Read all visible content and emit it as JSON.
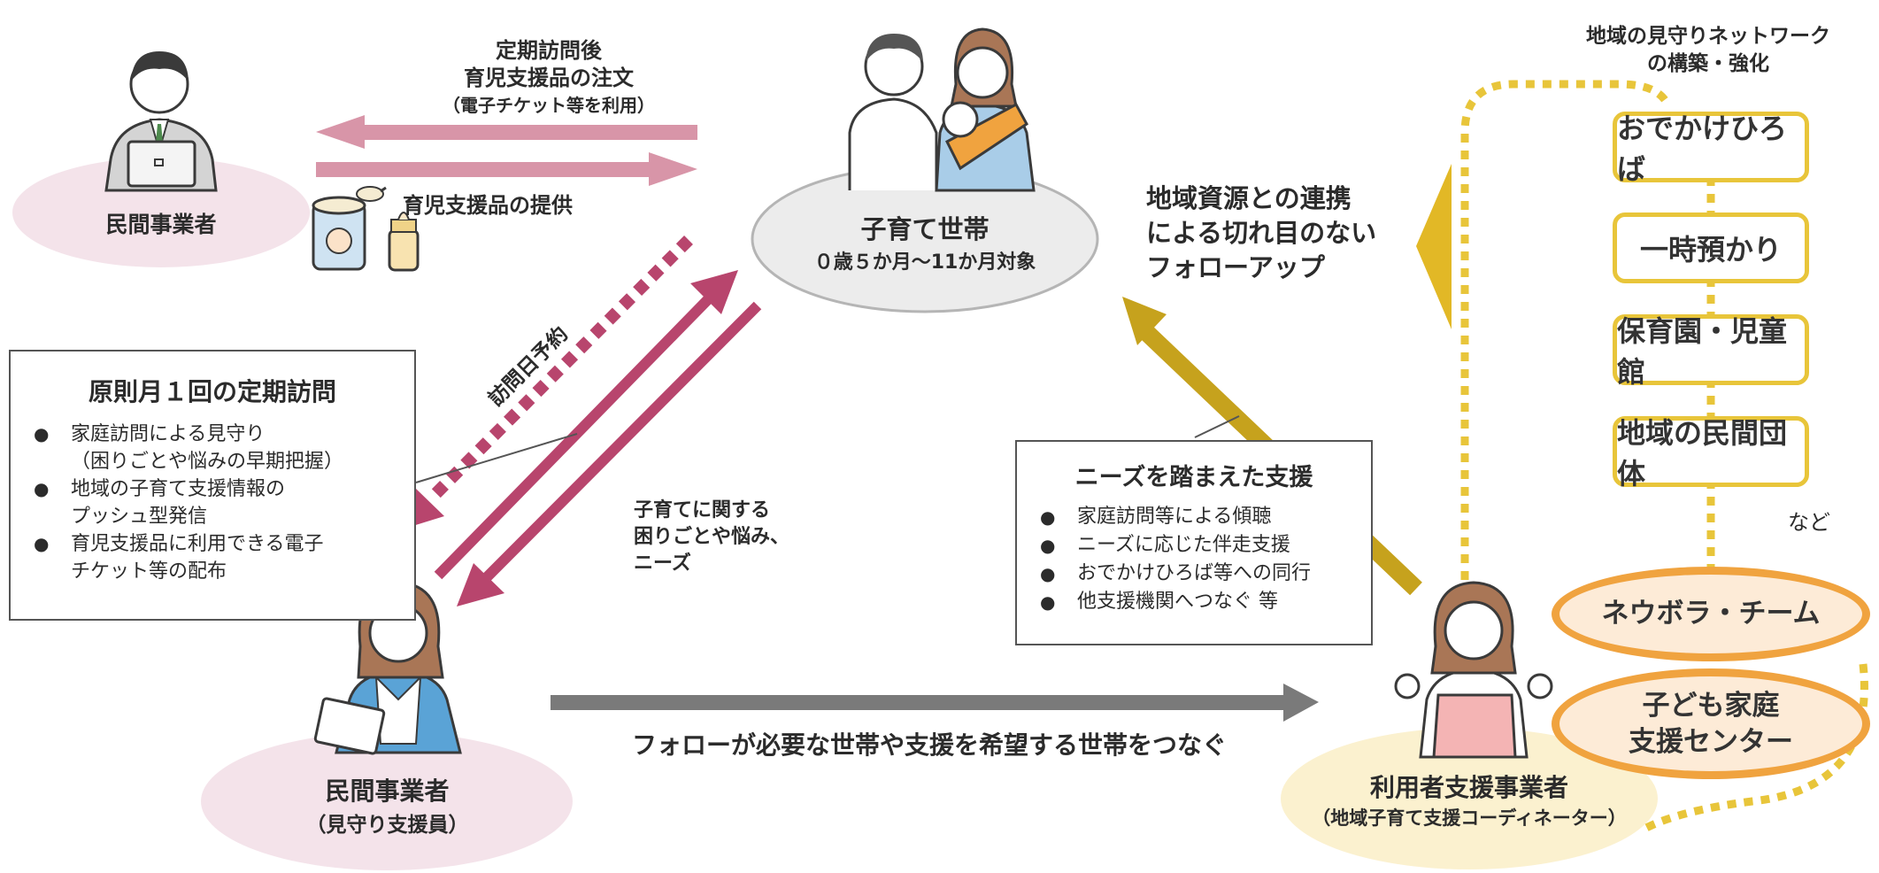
{
  "households": {
    "title": "子育て世帯",
    "subtitle": "０歳５か月～11か月対象"
  },
  "provider_top": {
    "label": "民間事業者"
  },
  "provider_bottom": {
    "label": "民間事業者",
    "sublabel": "（見守り支援員）"
  },
  "coordinator": {
    "label": "利用者支援事業者",
    "sublabel": "（地域子育て支援コーディネーター）"
  },
  "arrows": {
    "order_line1": "定期訪問後",
    "order_line2": "育児支援品の注文",
    "order_line3": "（電子チケット等を利用）",
    "supply": "育児支援品の提供",
    "reservation": "訪問日予約",
    "concerns_line1": "子育てに関する",
    "concerns_line2": "困りごとや悩み、",
    "concerns_line3": "ニーズ",
    "connect": "フォローが必要な世帯や支援を希望する世帯をつなぐ",
    "followup_line1": "地域資源との連携",
    "followup_line2": "による切れ目のない",
    "followup_line3": "フォローアップ"
  },
  "visit_box": {
    "title": "原則月１回の定期訪問",
    "items": [
      {
        "line1": "家庭訪問による見守り",
        "line2": "（困りごとや悩みの早期把握）"
      },
      {
        "line1": "地域の子育て支援情報の",
        "line2": "プッシュ型発信"
      },
      {
        "line1": "育児支援品に利用できる電子",
        "line2": "チケット等の配布"
      }
    ]
  },
  "support_box": {
    "title": "ニーズを踏まえた支援",
    "items": [
      "家庭訪問等による傾聴",
      "ニーズに応じた伴走支援",
      "おでかけひろば等への同行",
      "他支援機関へつなぐ 等"
    ]
  },
  "network": {
    "title_line1": "地域の見守りネットワーク",
    "title_line2": "の構築・強化",
    "nodes": [
      "おでかけひろば",
      "一時預かり",
      "保育園・児童館",
      "地域の民間団体"
    ],
    "etc": "など",
    "teams": [
      "ネウボラ・チーム",
      "子ども家庭\n支援センター"
    ]
  },
  "colors": {
    "pink_arrow": "#d895a8",
    "magenta_arrow": "#b8456d",
    "gray_arrow": "#7a7a7a",
    "gold_arrow": "#c6a21d",
    "yellow": "#e8c53a",
    "orange": "#f0a33f"
  }
}
